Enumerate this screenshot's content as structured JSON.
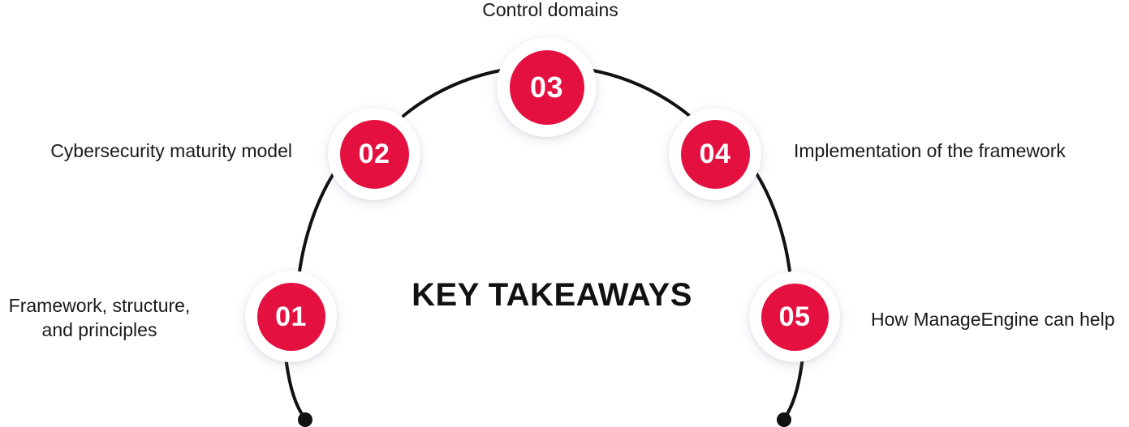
{
  "title": "KEY TAKEAWAYS",
  "background_color": "#ffffff",
  "accent_color": "#E31040",
  "line_color": "#111111",
  "text_color": "#1a1a1a",
  "steps": [
    {
      "number": "01",
      "label": "Framework, structure,\nand principles",
      "position": "bottom-left"
    },
    {
      "number": "02",
      "label": "Cybersecurity maturity model",
      "position": "upper-left"
    },
    {
      "number": "03",
      "label": "Control domains",
      "position": "top"
    },
    {
      "number": "04",
      "label": "Implementation of the framework",
      "position": "upper-right"
    },
    {
      "number": "05",
      "label": "How ManageEngine can help",
      "position": "bottom-right"
    }
  ]
}
